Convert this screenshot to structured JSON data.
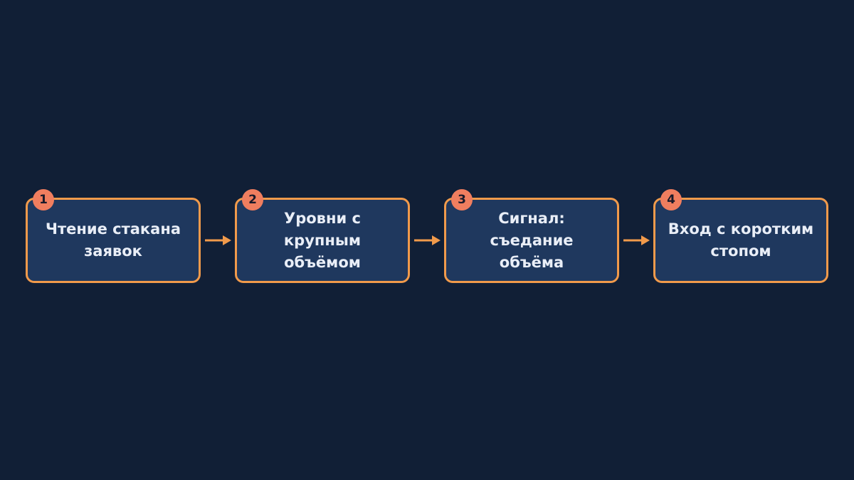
{
  "diagram": {
    "steps": [
      {
        "number": "1",
        "label": "Чтение стакана\nзаявок"
      },
      {
        "number": "2",
        "label": "Уровни с\nкрупным\nобъёмом"
      },
      {
        "number": "3",
        "label": "Сигнал:\nсъедание\nобъёма"
      },
      {
        "number": "4",
        "label": "Вход с коротким\nстопом"
      }
    ]
  },
  "colors": {
    "background": "#111f36",
    "box_fill": "#1f385e",
    "box_border": "#f19a4b",
    "badge": "#f07e5f",
    "arrow": "#f19a4b",
    "text": "#e9eef7"
  }
}
